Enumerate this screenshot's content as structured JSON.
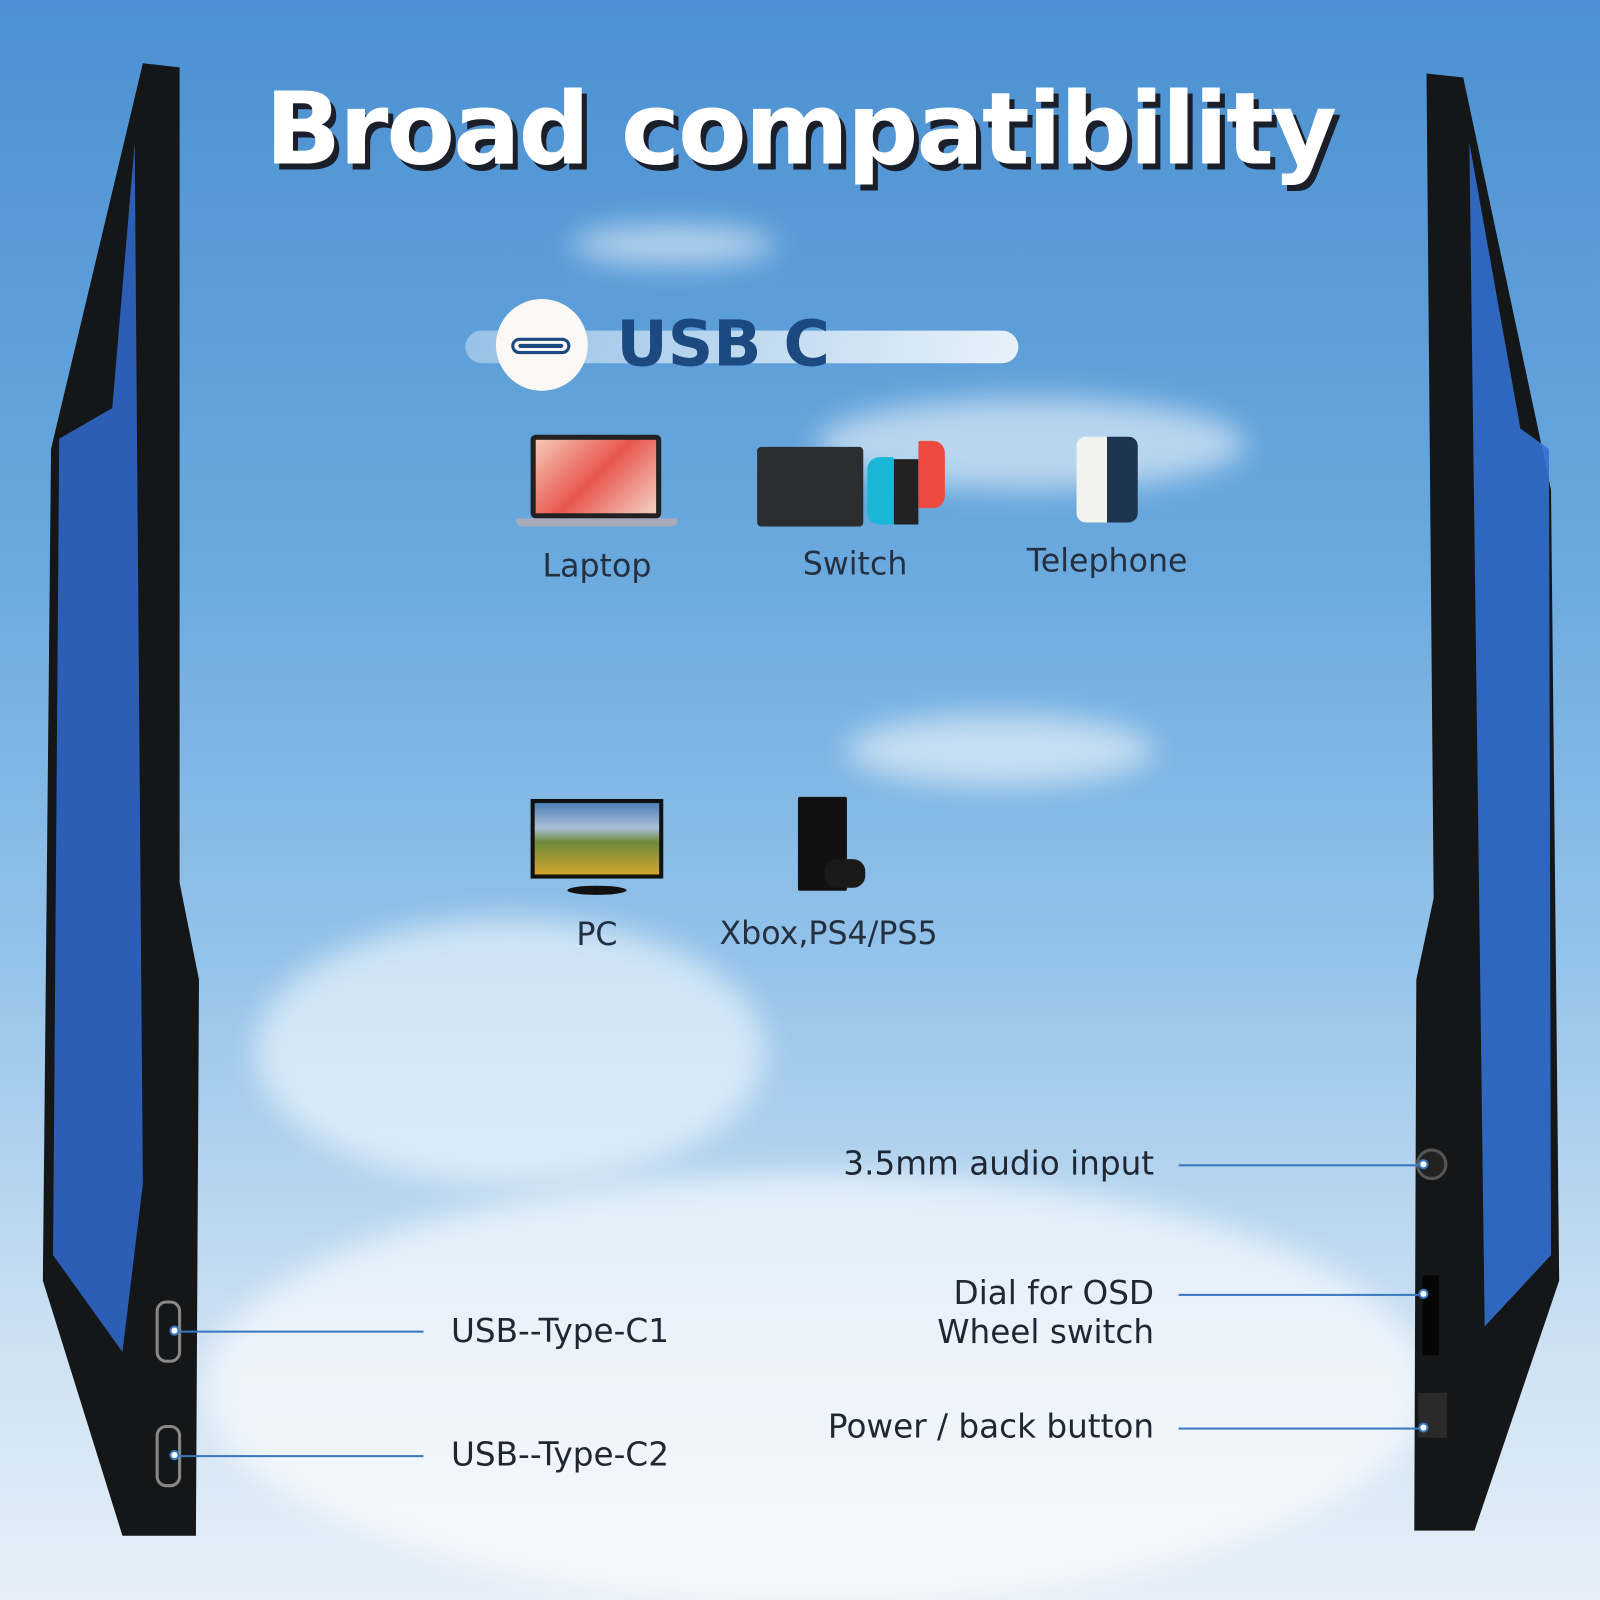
{
  "title": "Broad compatibility",
  "usb_section": {
    "label": "USB C"
  },
  "devices": [
    {
      "label": "Laptop",
      "icon": "laptop-icon"
    },
    {
      "label": "Switch",
      "icon": "game-console-icon"
    },
    {
      "label": "Telephone",
      "icon": "smartphone-icon"
    },
    {
      "label": "PC",
      "icon": "monitor-icon"
    },
    {
      "label": "Xbox,PS4/PS5",
      "icon": "xbox-icon"
    }
  ],
  "ports": {
    "left": [
      "USB--Type-C1",
      "USB--Type-C2"
    ],
    "right": {
      "audio": "3.5mm audio input",
      "dial_line1": "Dial for OSD",
      "dial_line2": "Wheel switch",
      "power": "Power / back button"
    }
  },
  "colors": {
    "accent": "#1c4a80",
    "line": "#3a78c0"
  }
}
